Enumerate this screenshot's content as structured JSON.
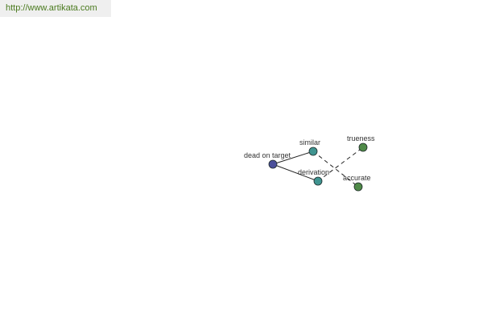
{
  "banner": {
    "url_text": "http://www.artikata.com"
  },
  "graph": {
    "nodes": {
      "center": {
        "label": "dead on target",
        "color": "#4b4f9a"
      },
      "similar": {
        "label": "similar",
        "color": "#3f9490"
      },
      "derivation": {
        "label": "derivation",
        "color": "#3f9490"
      },
      "trueness": {
        "label": "trueness",
        "color": "#4f8a48"
      },
      "accurate": {
        "label": "accurate",
        "color": "#4f8a48"
      }
    }
  }
}
